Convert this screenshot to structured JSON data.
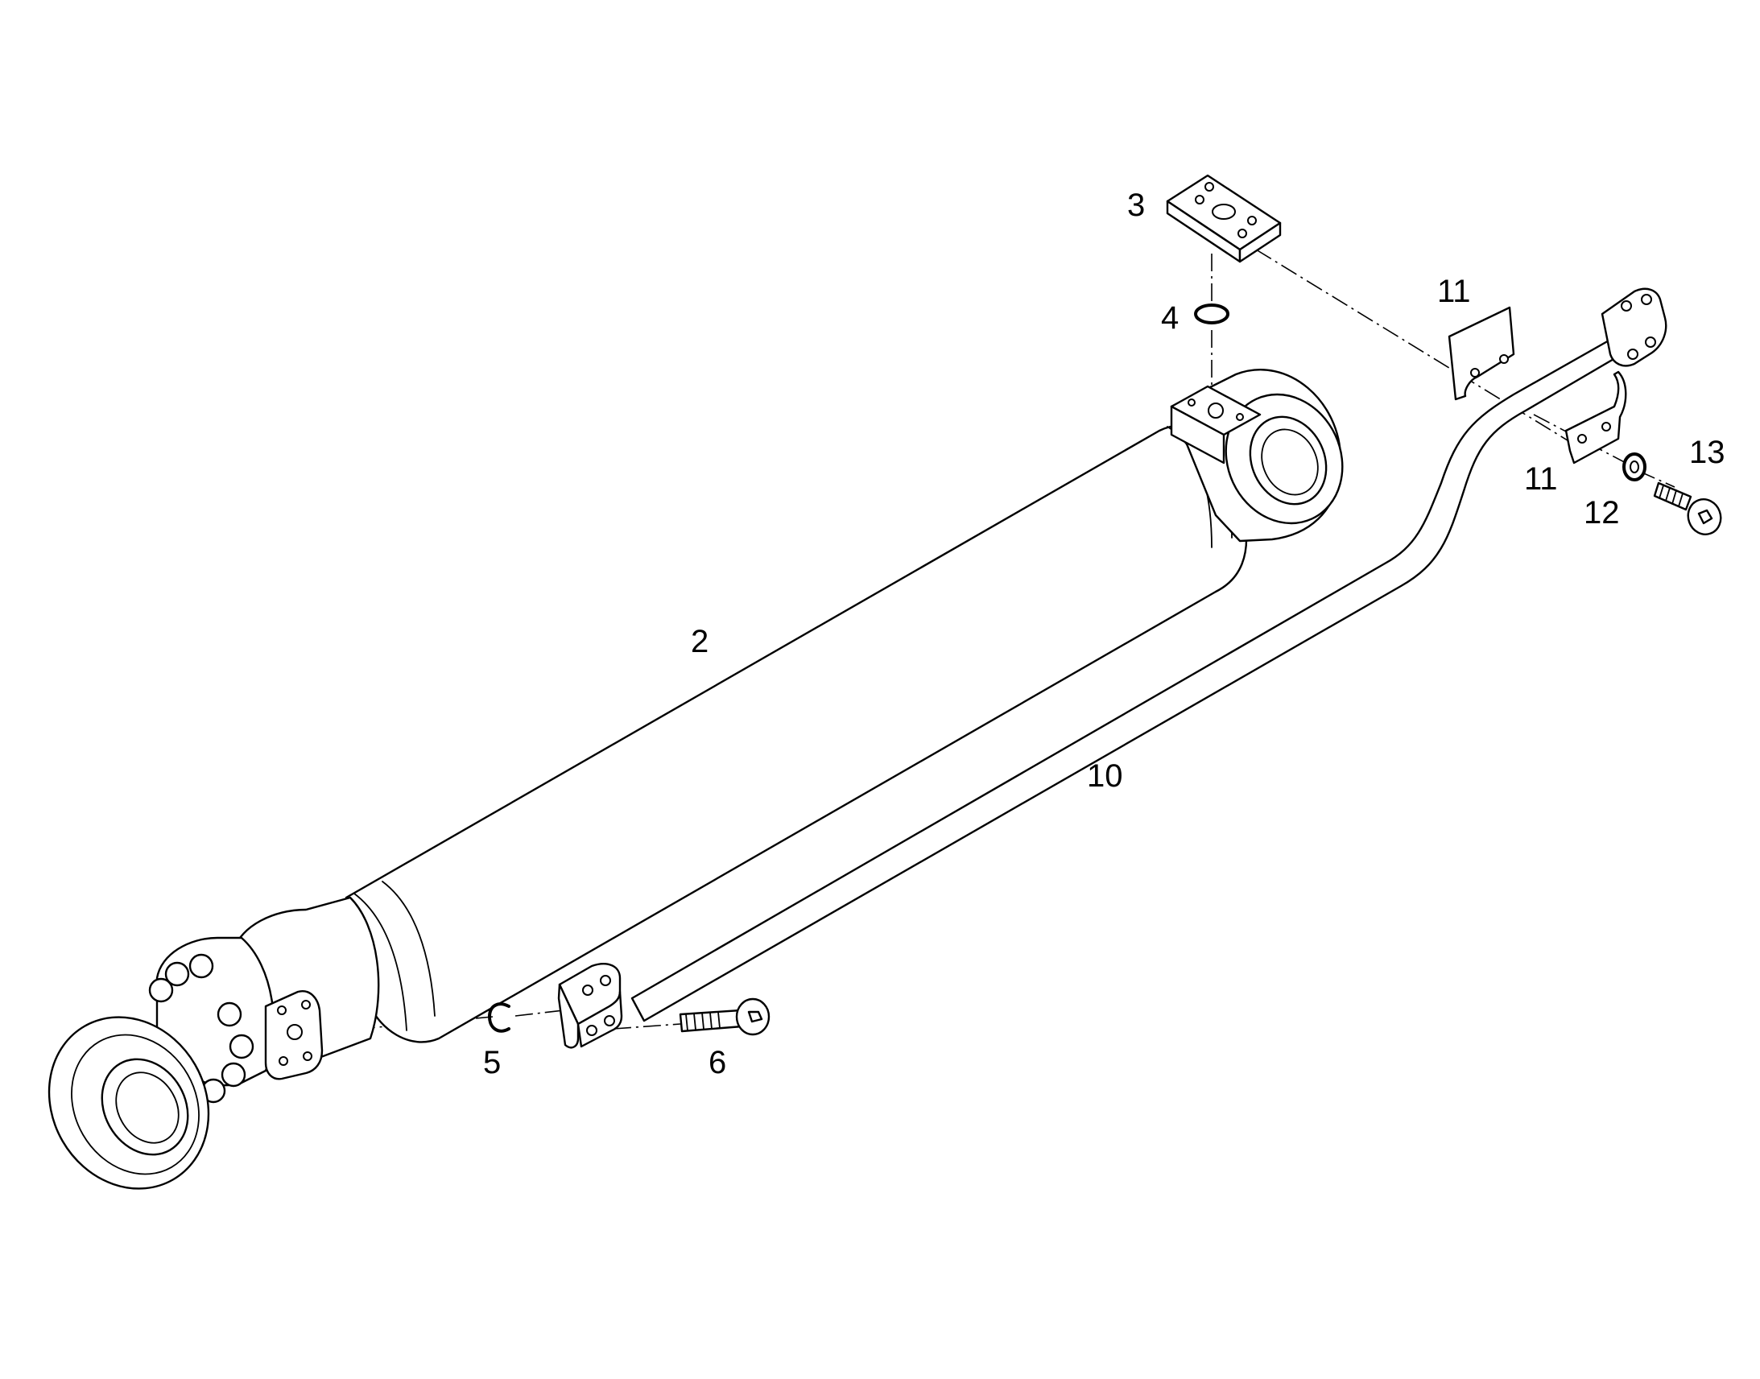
{
  "diagram": {
    "colors": {
      "line": "#000000",
      "background": "#ffffff"
    },
    "callouts": [
      {
        "id": "c2",
        "label": "2"
      },
      {
        "id": "c3",
        "label": "3"
      },
      {
        "id": "c4",
        "label": "4"
      },
      {
        "id": "c5",
        "label": "5"
      },
      {
        "id": "c6",
        "label": "6"
      },
      {
        "id": "c10",
        "label": "10"
      },
      {
        "id": "c11a",
        "label": "11"
      },
      {
        "id": "c11b",
        "label": "11"
      },
      {
        "id": "c12",
        "label": "12"
      },
      {
        "id": "c13",
        "label": "13"
      }
    ]
  }
}
